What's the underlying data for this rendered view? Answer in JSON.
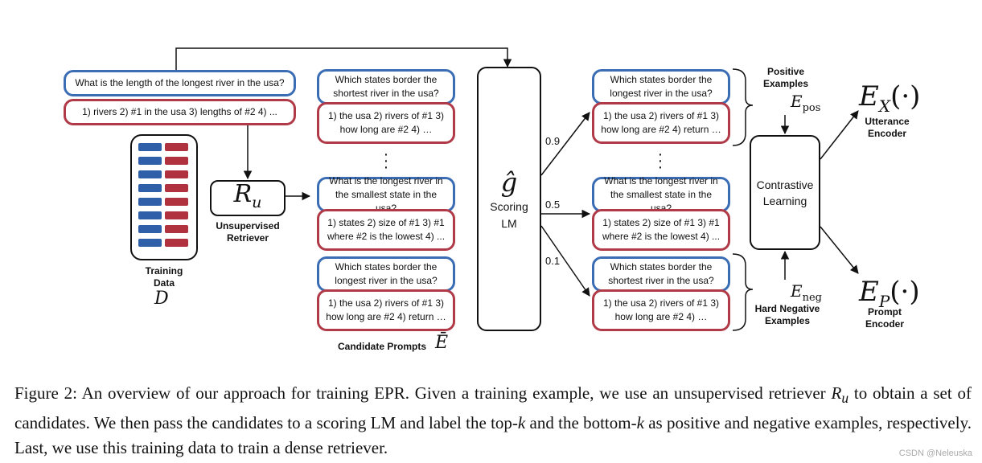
{
  "question_box": "What is the length of the longest river in the usa?",
  "decomposition_box": "1) rivers 2) #1 in the usa 3) lengths of #2 4) ...",
  "training_data": {
    "label": "Training Data",
    "symbol": "D"
  },
  "retriever": {
    "symbol": "R",
    "subscript": "u",
    "label": "Unsupervised Retriever"
  },
  "candidates": [
    {
      "question": "Which states border the shortest river in the usa?",
      "answer": "1) the usa 2) rivers of #1 3) how long are #2 4) …"
    },
    {
      "question": "What is the longest river in the smallest state in the usa?",
      "answer": "1) states 2) size of #1 3) #1 where #2 is the lowest 4) ..."
    },
    {
      "question": "Which states border the longest river in the usa?",
      "answer": "1) the usa 2) rivers of #1 3) how long are #2 4) return …"
    }
  ],
  "candidate_prompts_label": "Candidate Prompts",
  "candidate_prompts_symbol": "Ē",
  "scoring": {
    "symbol": "ĝ",
    "label": "Scoring LM"
  },
  "scores": [
    "0.9",
    "0.5",
    "0.1"
  ],
  "ranked": [
    {
      "question": "Which states border the longest river in the usa?",
      "answer": "1) the usa 2) rivers of #1 3) how long are #2 4) return …"
    },
    {
      "question": "What is the longest river in the smallest state in the usa?",
      "answer": "1) states 2) size of #1 3) #1 where #2 is the lowest 4) ..."
    },
    {
      "question": "Which states border the shortest river in the usa?",
      "answer": "1) the usa 2) rivers of #1 3) how long are #2 4) …"
    }
  ],
  "positive_label": "Positive Examples",
  "positive_symbol": "E",
  "positive_sub": "pos",
  "negative_label": "Hard Negative Examples",
  "negative_symbol": "E",
  "negative_sub": "neg",
  "contrastive": "Contrastive Learning",
  "utterance_encoder": {
    "symbol": "E",
    "subscript": "X",
    "arg": "(·)",
    "label": "Utterance Encoder"
  },
  "prompt_encoder": {
    "symbol": "E",
    "subscript": "P",
    "arg": "(·)",
    "label": "Prompt Encoder"
  },
  "caption": "Figure 2: An overview of our approach for training EPR. Given a training example, we use an unsupervised retriever R_u to obtain a set of candidates. We then pass the candidates to a scoring LM and label the top-k and the bottom-k as positive and negative examples, respectively. Last, we use this training data to train a dense retriever.",
  "caption_parts": {
    "p1": "Figure 2:  An overview of our approach for training EPR. Given a training example, we use an unsupervised retriever ",
    "r": "R",
    "u": "u",
    "p2": " to obtain a set of candidates. We then pass the candidates to a scoring LM and label the top-",
    "k1": "k",
    "p3": " and the bottom-",
    "k2": "k",
    "p4": " as positive and negative examples, respectively. Last, we use this training data to train a dense retriever."
  },
  "watermark": "CSDN @Neleuska",
  "colors": {
    "blue": "#3b6db5",
    "red": "#b03a48"
  }
}
